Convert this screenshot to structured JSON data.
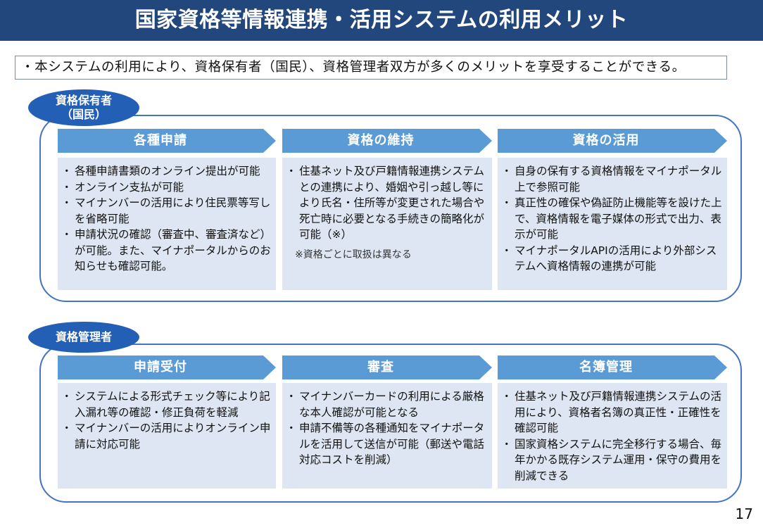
{
  "title": "国家資格等情報連携・活用システムの利用メリット",
  "summary": "・本システムの利用により、資格保有者（国民）、資格管理者双方が多くのメリットを享受することができる。",
  "holder": {
    "oval_line1": "資格保有者",
    "oval_line2": "（国民）",
    "columns": [
      {
        "header": "各種申請",
        "items": [
          "各種申請書類のオンライン提出が可能",
          "オンライン支払が可能",
          "マイナンバーの活用により住民票等写しを省略可能",
          "申請状況の確認（審査中、審査済など）が可能。また、マイナポータルからのお知らせも確認可能。"
        ]
      },
      {
        "header": "資格の維持",
        "items": [
          "住基ネット及び戸籍情報連携システムとの連携により、婚姻や引っ越し等により氏名・住所等が変更された場合や死亡時に必要となる手続きの簡略化が可能（※）"
        ],
        "note": "※資格ごとに取扱は異なる"
      },
      {
        "header": "資格の活用",
        "items": [
          "自身の保有する資格情報をマイナポータル上で参照可能",
          "真正性の確保や偽証防止機能等を設けた上で、資格情報を電子媒体の形式で出力、表示が可能",
          "マイナポータルAPIの活用により外部システムへ資格情報の連携が可能"
        ]
      }
    ]
  },
  "manager": {
    "oval_label": "資格管理者",
    "columns": [
      {
        "header": "申請受付",
        "items": [
          "システムによる形式チェック等により記入漏れ等の確認・修正負荷を軽減",
          "マイナンバーの活用によりオンライン申請に対応可能"
        ]
      },
      {
        "header": "審査",
        "items": [
          "マイナンバーカードの利用による厳格な本人確認が可能となる",
          "申請不備等の各種通知をマイナポータルを活用して送信が可能（郵送や電話対応コストを削減）"
        ]
      },
      {
        "header": "名簿管理",
        "items": [
          "住基ネット及び戸籍情報連携システムの活用により、資格者名簿の真正性・正確性を確認可能",
          "国家資格システムに完全移行する場合、毎年かかる既存システム運用・保守の費用を削減できる"
        ]
      }
    ]
  },
  "page_number": "17",
  "colors": {
    "title_bg": "#22477c",
    "oval": "#2360b5",
    "chevron": "#5b9bd5",
    "card": "#dde6f2",
    "frame": "#4472c4"
  }
}
